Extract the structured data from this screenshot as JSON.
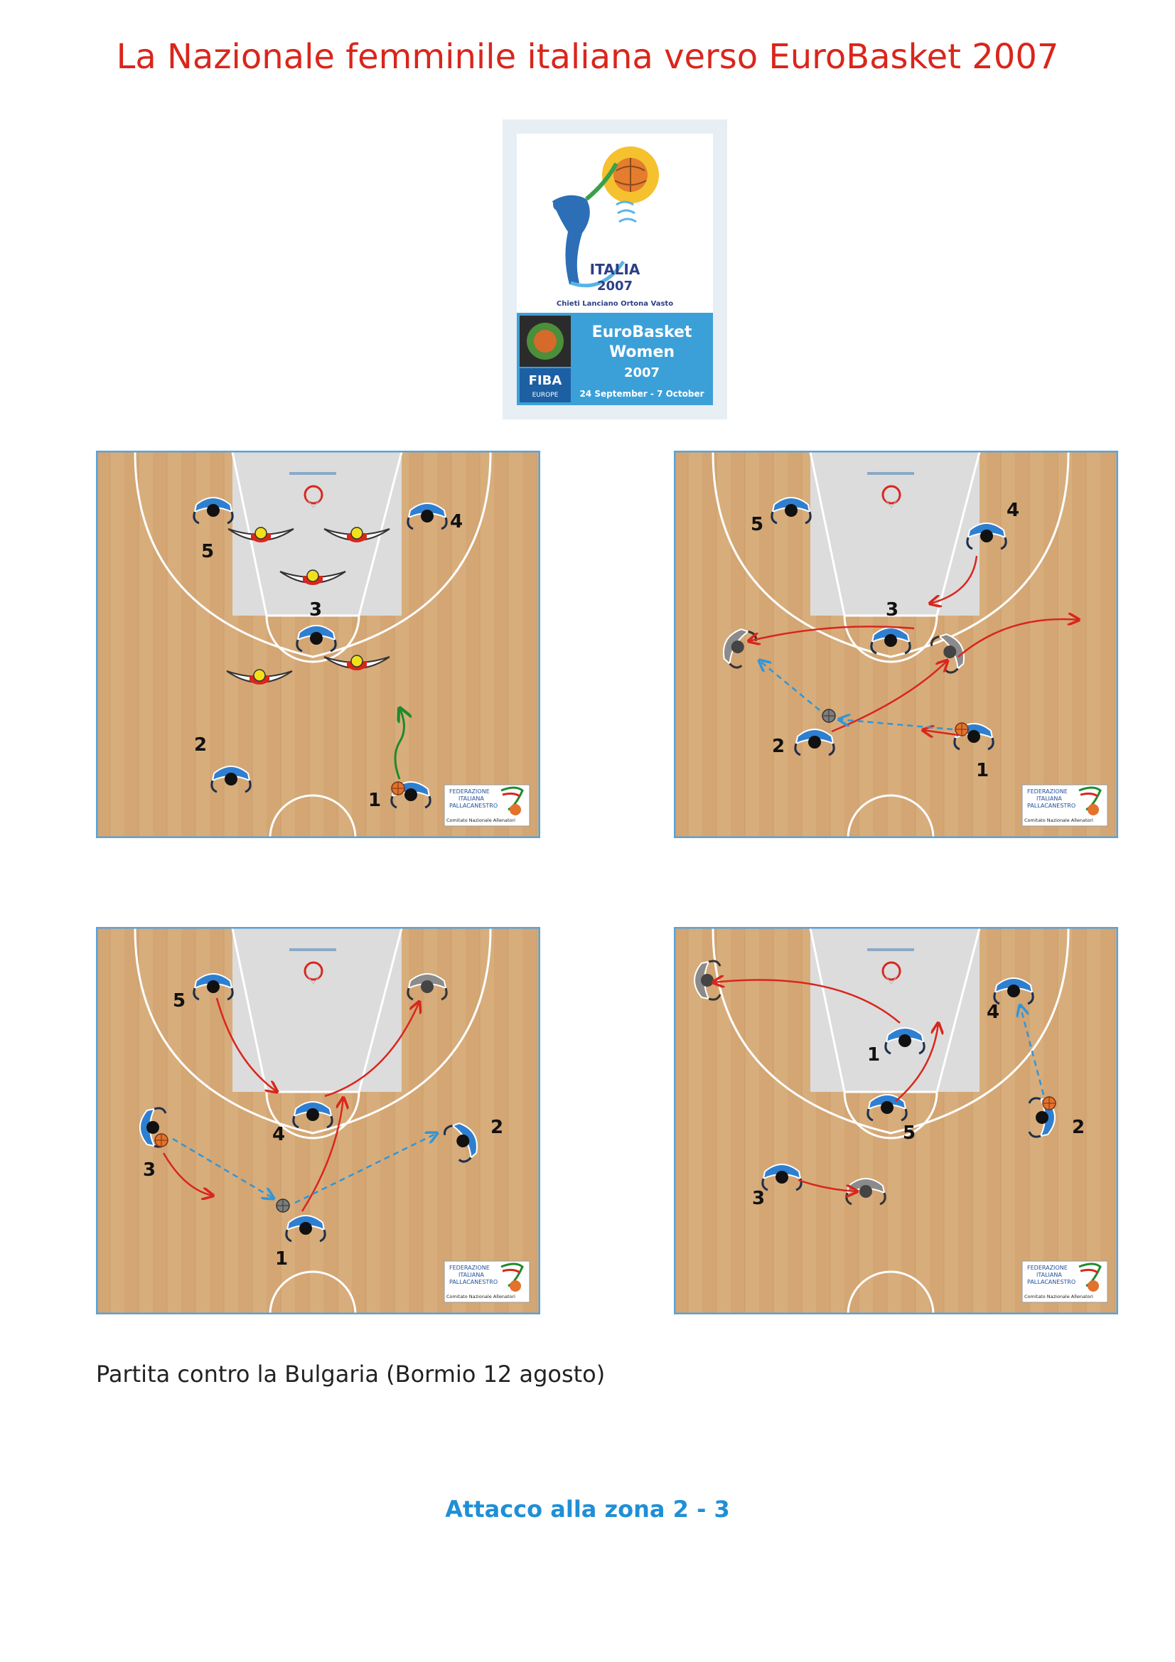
{
  "title": "La Nazionale femminile italiana verso EuroBasket 2007",
  "logo": {
    "country": "ITALIA",
    "year": "2007",
    "cities": "Chieti Lanciano Ortona Vasto",
    "event_line1": "EuroBasket",
    "event_line2": "Women",
    "event_year": "2007",
    "dates": "24 September - 7 October",
    "federation": "FIBA",
    "federation_sub": "EUROPE"
  },
  "federation_badge": {
    "line1": "FEDERAZIONE",
    "line2": "ITALIANA",
    "line3": "PALLACANESTRO",
    "line4": "Comitato Nazionale Allenatori"
  },
  "diagrams": [
    {
      "player_labels": [
        "5",
        "4",
        "3",
        "2",
        "1"
      ]
    },
    {
      "player_labels": [
        "5",
        "4",
        "3",
        "2",
        "1"
      ]
    },
    {
      "player_labels": [
        "5",
        "3",
        "4",
        "2",
        "1"
      ]
    },
    {
      "player_labels": [
        "1",
        "4",
        "5",
        "2",
        "3"
      ]
    }
  ],
  "caption": "Partita contro la Bulgaria (Bormio 12 agosto)",
  "subtitle": "Attacco alla zona 2 - 3",
  "colors": {
    "title": "#d9261c",
    "subtitle": "#1f8fd6",
    "court_wood": "#d8ad7c",
    "court_border": "#5aa3d8",
    "offense": "#2f7fd0",
    "defense": "#d9261c",
    "cut_arrow": "#d9261c",
    "pass_arrow": "#2f96d8",
    "dribble_arrow": "#1f8a2e"
  }
}
